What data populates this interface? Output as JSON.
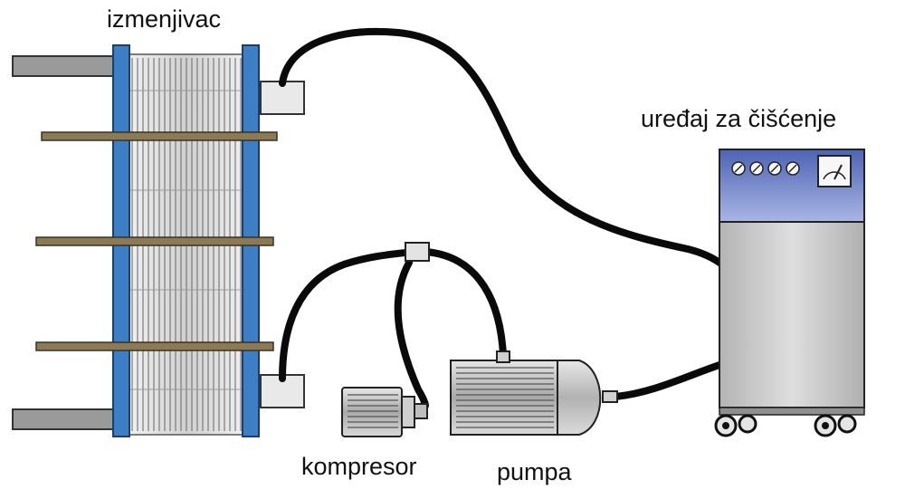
{
  "labels": {
    "heat_exchanger": "izmenjivac",
    "cleaning_unit": "uređaj za čišćenje",
    "compressor": "kompresor",
    "pump": "pumpa"
  },
  "colors": {
    "frame_blue": "#3d7fc4",
    "panel_blue": "#5a75c0",
    "cabinet_gray": "#c9c9c9",
    "hose": "#0a0a0a",
    "rod": "#8a7a55",
    "plate": "#dcdcdc",
    "motor_gray": "#b8b8b8"
  },
  "icons": [
    "heat-exchanger-icon",
    "cleaning-cabinet-icon",
    "compressor-icon",
    "pump-icon",
    "gauge-icon",
    "hose-icon"
  ]
}
